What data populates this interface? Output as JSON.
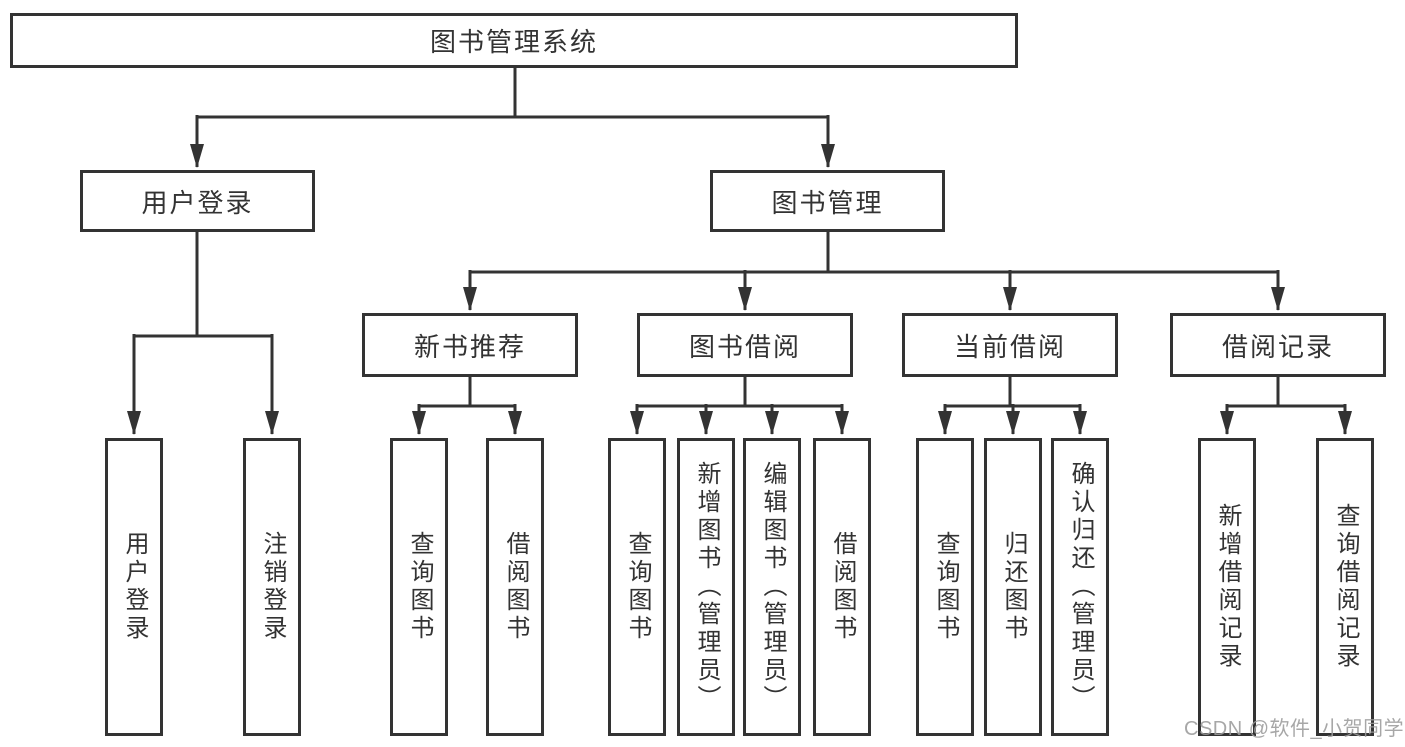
{
  "diagram": {
    "root": {
      "label": "图书管理系统",
      "children": [
        {
          "label": "用户登录",
          "children": [
            {
              "label": "用户登录"
            },
            {
              "label": "注销登录"
            }
          ]
        },
        {
          "label": "图书管理",
          "children": [
            {
              "label": "新书推荐",
              "children": [
                {
                  "label": "查询图书"
                },
                {
                  "label": "借阅图书"
                }
              ]
            },
            {
              "label": "图书借阅",
              "children": [
                {
                  "label": "查询图书"
                },
                {
                  "label": "新增图书（管理员）"
                },
                {
                  "label": "编辑图书（管理员）"
                },
                {
                  "label": "借阅图书"
                }
              ]
            },
            {
              "label": "当前借阅",
              "children": [
                {
                  "label": "查询图书"
                },
                {
                  "label": "归还图书"
                },
                {
                  "label": "确认归还（管理员）"
                }
              ]
            },
            {
              "label": "借阅记录",
              "children": [
                {
                  "label": "新增借阅记录"
                },
                {
                  "label": "查询借阅记录"
                }
              ]
            }
          ]
        }
      ]
    },
    "watermark": "CSDN @软件_小贺同学",
    "colors": {
      "line": "#333333",
      "text": "#333333",
      "watermark": "#9c9c9c",
      "background": "#ffffff"
    }
  }
}
